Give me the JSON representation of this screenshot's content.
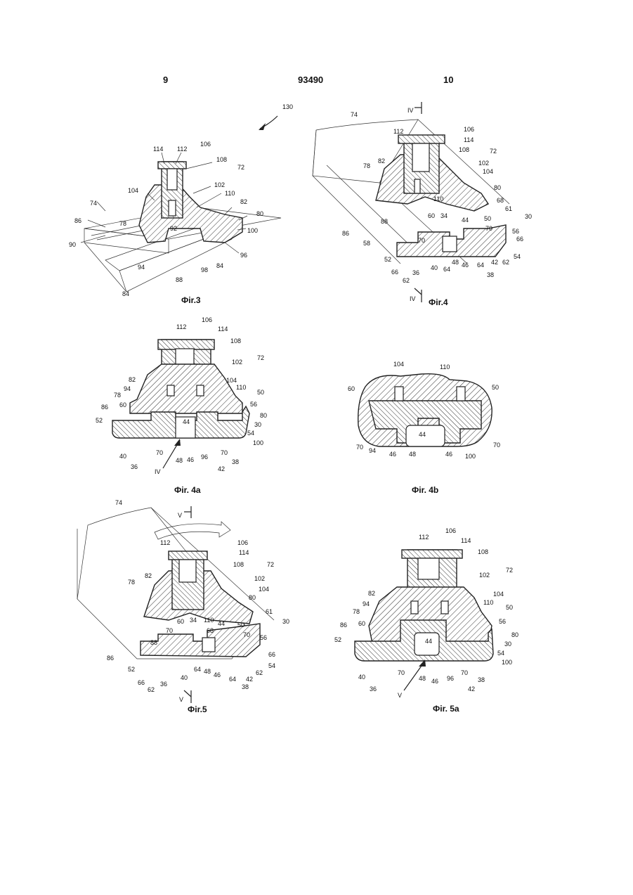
{
  "header": {
    "left_page": "9",
    "patent_number": "93490",
    "right_page": "10"
  },
  "figures": {
    "fig3": {
      "caption": "Фir.3",
      "labels": [
        "130",
        "106",
        "114",
        "112",
        "108",
        "72",
        "104",
        "102",
        "110",
        "82",
        "80",
        "74",
        "86",
        "78",
        "92",
        "100",
        "90",
        "94",
        "88",
        "98",
        "84",
        "96",
        "84"
      ]
    },
    "fig4": {
      "caption": "Фir.4",
      "section_mark": "IV",
      "labels": [
        "74",
        "106",
        "112",
        "114",
        "108",
        "72",
        "102",
        "104",
        "78",
        "82",
        "80",
        "68",
        "61",
        "30",
        "110",
        "86",
        "88",
        "60",
        "34",
        "44",
        "50",
        "70",
        "56",
        "58",
        "70",
        "66",
        "54",
        "52",
        "48",
        "46",
        "64",
        "62",
        "66",
        "36",
        "40",
        "64",
        "42",
        "38",
        "62"
      ]
    },
    "fig4a": {
      "caption": "Фir. 4a",
      "section_mark": "IV",
      "labels": [
        "112",
        "106",
        "114",
        "108",
        "72",
        "102",
        "82",
        "104",
        "94",
        "110",
        "50",
        "78",
        "56",
        "60",
        "86",
        "80",
        "52",
        "44",
        "30",
        "54",
        "100",
        "70",
        "46",
        "96",
        "70",
        "40",
        "48",
        "38",
        "36",
        "42"
      ]
    },
    "fig4b": {
      "caption": "Фir. 4b",
      "labels": [
        "104",
        "110",
        "60",
        "50",
        "44",
        "70",
        "94",
        "46",
        "48",
        "46",
        "100",
        "70"
      ]
    },
    "fig5": {
      "caption": "Фir.5",
      "section_mark": "V",
      "labels": [
        "74",
        "106",
        "112",
        "114",
        "108",
        "72",
        "102",
        "82",
        "104",
        "78",
        "80",
        "61",
        "60",
        "34",
        "110",
        "44",
        "50",
        "30",
        "70",
        "88",
        "68",
        "70",
        "56",
        "86",
        "52",
        "66",
        "64",
        "48",
        "46",
        "64",
        "62",
        "54",
        "66",
        "36",
        "40",
        "62",
        "38",
        "42"
      ]
    },
    "fig5a": {
      "caption": "Фir. 5a",
      "section_mark": "V",
      "labels": [
        "112",
        "106",
        "114",
        "108",
        "72",
        "102",
        "82",
        "104",
        "94",
        "110",
        "50",
        "78",
        "56",
        "60",
        "86",
        "80",
        "52",
        "44",
        "30",
        "54",
        "100",
        "70",
        "96",
        "70",
        "40",
        "48",
        "46",
        "38",
        "36",
        "42"
      ]
    }
  }
}
